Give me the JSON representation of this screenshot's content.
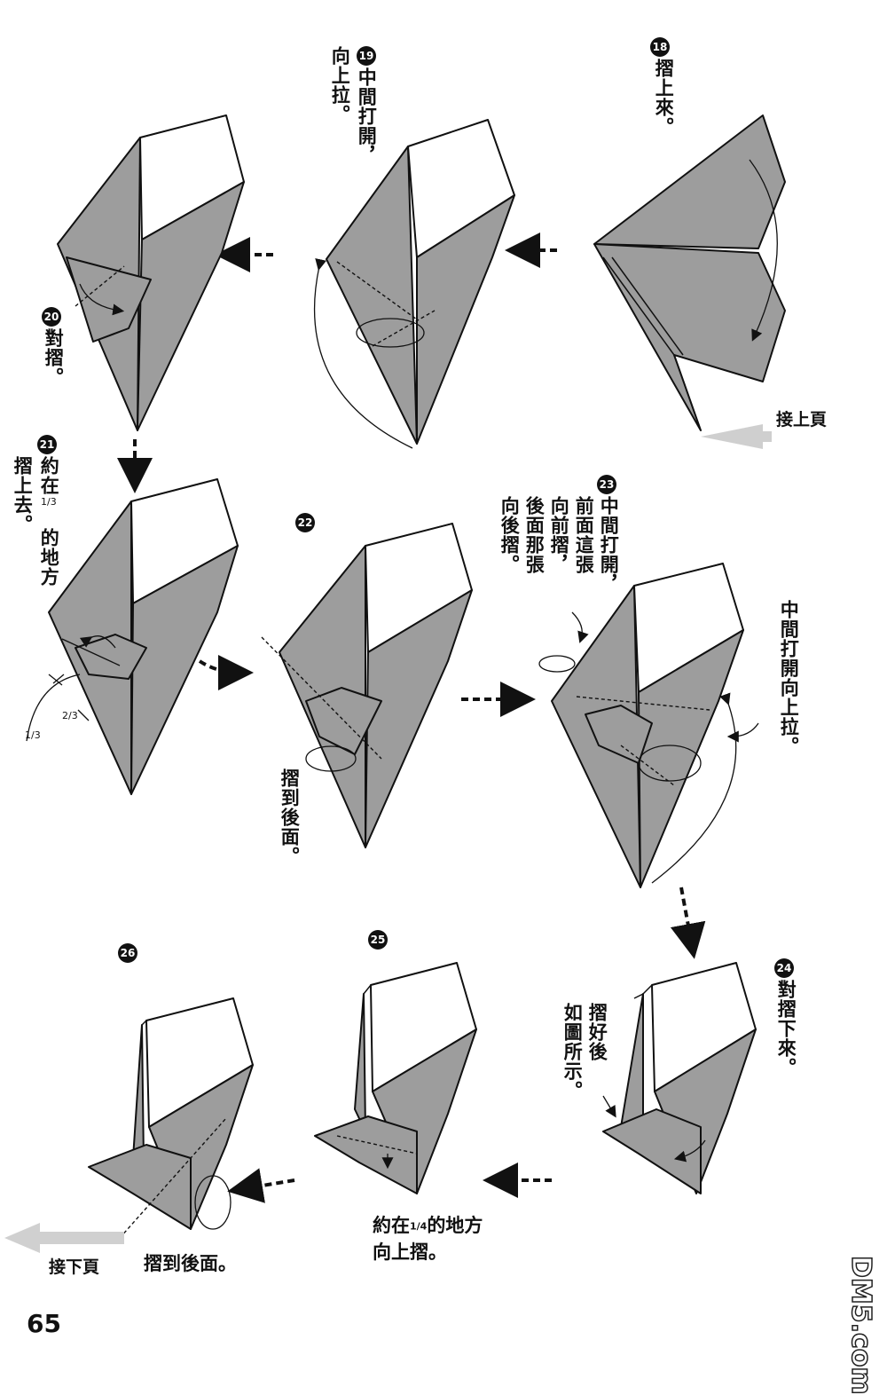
{
  "page_number": "65",
  "watermark": "DM5.com",
  "continue_from_prev": "接上頁",
  "continue_to_next": "接下頁",
  "steps": [
    {
      "num": "⑱",
      "text": "摺上來。"
    },
    {
      "num": "⑲",
      "text": "中間打開，向上拉。"
    },
    {
      "num": "⑳",
      "text": "對摺。"
    },
    {
      "num": "㉑",
      "text": "約在1/3的地方摺上去。"
    },
    {
      "num": "㉒",
      "text": "摺到後面。"
    },
    {
      "num": "㉓",
      "text": "中間打開，前面這張向前摺，後面那張向後摺。"
    },
    {
      "num": "㉔",
      "text": "對摺下來。"
    },
    {
      "num": "㉕",
      "text": "約在1/4的地方向上摺。"
    },
    {
      "num": "㉖",
      "text": "摺到後面。"
    }
  ],
  "labels": {
    "s18": "摺上來。",
    "s19a": "中間打開，",
    "s19b": "向上拉。",
    "s20": "對摺。",
    "s21a": "約在",
    "s21b": "的地方",
    "s21c": "摺上去。",
    "s22": "摺到後面。",
    "s23a": "中間打開，",
    "s23b": "前面這張",
    "s23c": "向前摺，",
    "s23d": "後面那張",
    "s23e": "向後摺。",
    "s23side": "中間打開向上拉。",
    "s24": "對摺下來。",
    "s24b": "摺好後",
    "s24c": "如圖所示。",
    "s25a": "約在",
    "s25b": "的地方",
    "s25c": "向上摺。",
    "s26": "摺到後面。"
  },
  "fractions": {
    "one_third": "1/3",
    "two_thirds": "2/3",
    "one_quarter": "1/4"
  },
  "colors": {
    "paper_gray": "#9d9d9d",
    "line": "#111111",
    "arrow_gray": "#d0d0d0"
  }
}
